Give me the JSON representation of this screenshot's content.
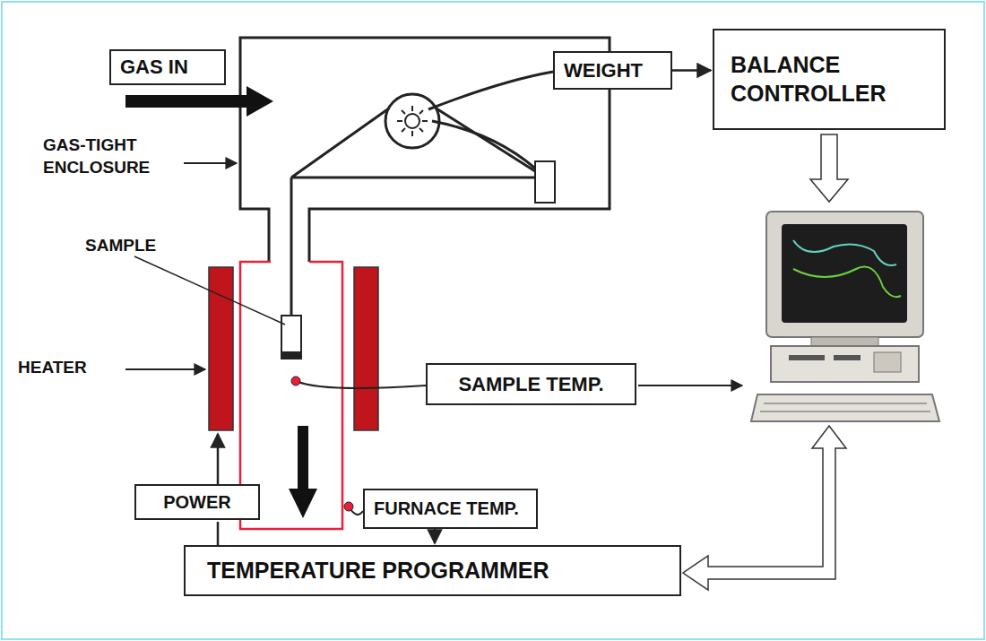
{
  "diagram": {
    "nodes": [
      {
        "text": [
          "GAS IN"
        ]
      },
      {
        "text": [
          "WEIGHT"
        ]
      },
      {
        "text": [
          "BALANCE CONTROLLER"
        ]
      },
      {
        "text": [
          "SAMPLE TEMP."
        ]
      },
      {
        "text": [
          "FURNACE TEMP."
        ]
      },
      {
        "text": [
          "POWER"
        ]
      },
      {
        "text": [
          "TEMPERATURE PROGRAMMER"
        ]
      }
    ],
    "edges": [
      {
        "from": 1,
        "to": 2,
        "arrow": "to"
      },
      {
        "from": 4,
        "to": 6,
        "arrow": "to"
      },
      {
        "from": 6,
        "to": 5,
        "arrow": "none"
      }
    ],
    "labels": [
      "GAS-TIGHT ENCLOSURE",
      "SAMPLE",
      "HEATER"
    ]
  }
}
